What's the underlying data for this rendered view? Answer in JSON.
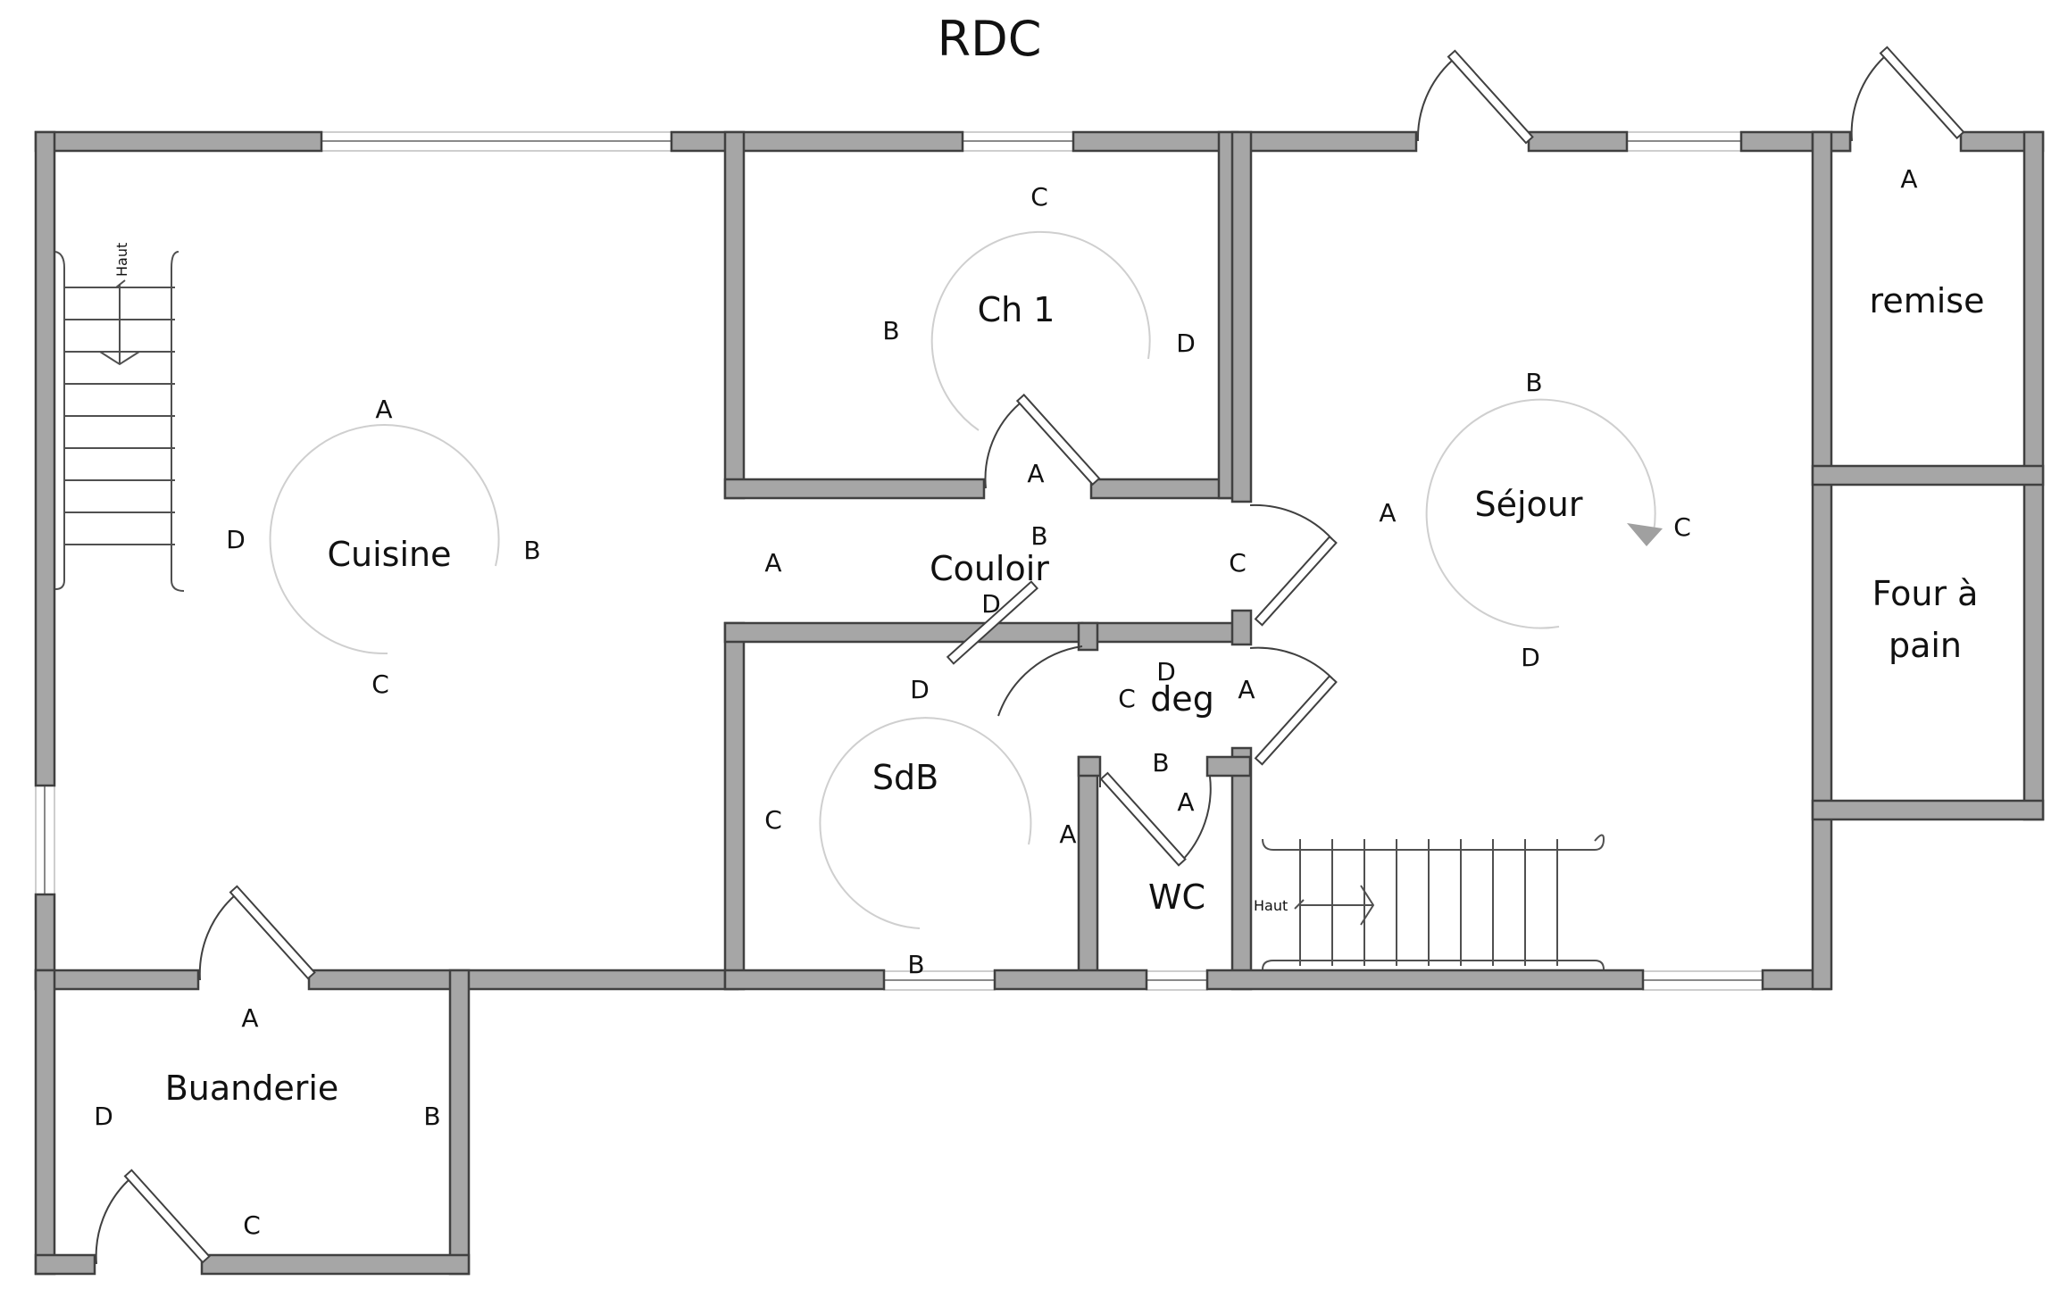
{
  "title": "RDC",
  "rooms": {
    "cuisine": {
      "name": "Cuisine",
      "a": "A",
      "b": "B",
      "c": "C",
      "d": "D"
    },
    "ch1": {
      "name": "Ch 1",
      "a": "A",
      "b": "B",
      "c": "C",
      "d": "D"
    },
    "couloir": {
      "name": "Couloir",
      "a": "A",
      "b": "B",
      "c": "C",
      "d": "D"
    },
    "sejour": {
      "name": "Séjour",
      "a": "A",
      "b": "B",
      "c": "C",
      "d": "D"
    },
    "remise": {
      "name": "remise",
      "a": "A"
    },
    "four": {
      "name1": "Four à",
      "name2": "pain"
    },
    "sdb": {
      "name": "SdB",
      "a": "A",
      "b": "B",
      "c": "C",
      "d": "D"
    },
    "deg": {
      "name": "deg",
      "a": "A",
      "b": "B",
      "c": "C",
      "d": "D"
    },
    "wc": {
      "name": "WC",
      "a": "A"
    },
    "buanderie": {
      "name": "Buanderie",
      "a": "A",
      "b": "B",
      "c": "C",
      "d": "D"
    }
  },
  "stairs": {
    "left_label": "Haut",
    "right_label": "Haut"
  },
  "colors": {
    "wall": "#a6a6a6",
    "outline": "#404040",
    "background": "#ffffff"
  }
}
